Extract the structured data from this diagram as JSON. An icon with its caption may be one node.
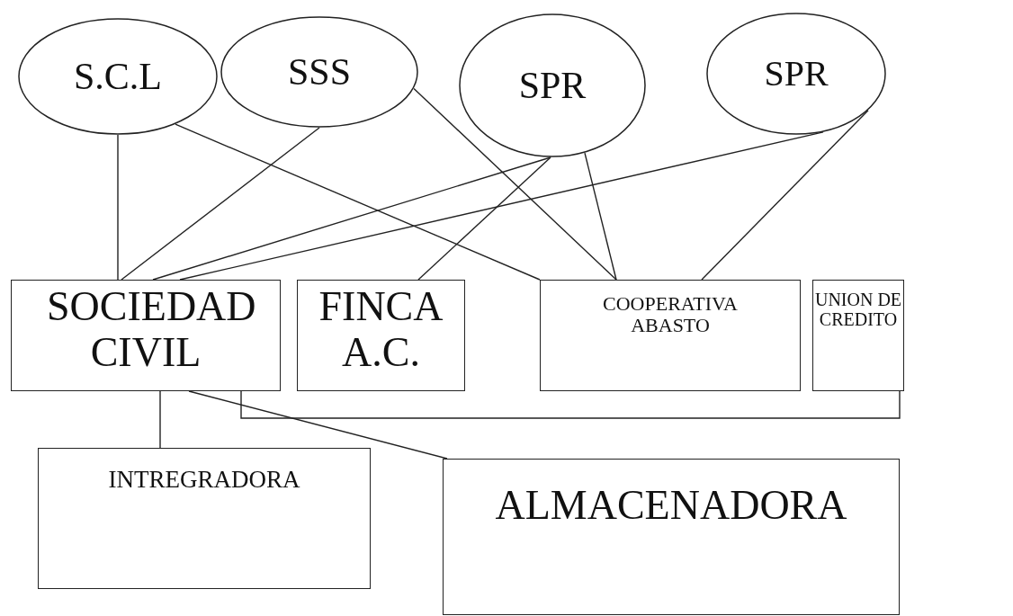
{
  "diagram": {
    "nodes": [
      {
        "text": [
          "S.C.L"
        ]
      },
      {
        "text": [
          "SSS"
        ]
      },
      {
        "text": [
          "SPR"
        ]
      },
      {
        "text": [
          "SPR"
        ]
      },
      {
        "text": [
          "SOCIEDAD CIVIL"
        ]
      },
      {
        "text": [
          "FINCA A.C."
        ]
      },
      {
        "text": [
          "COOPERATIVA ABASTO"
        ]
      },
      {
        "text": [
          "UNION DE CREDITO"
        ]
      },
      {
        "text": [
          "INTREGRADORA"
        ]
      },
      {
        "text": [
          "ALMACENADORA"
        ]
      }
    ],
    "edges": [
      {
        "from": 0,
        "to": 4,
        "arrow": "none"
      },
      {
        "from": 0,
        "to": 6,
        "arrow": "none"
      },
      {
        "from": 1,
        "to": 4,
        "arrow": "none"
      },
      {
        "from": 1,
        "to": 6,
        "arrow": "none"
      },
      {
        "from": 2,
        "to": 4,
        "arrow": "none"
      },
      {
        "from": 2,
        "to": 5,
        "arrow": "none"
      },
      {
        "from": 2,
        "to": 6,
        "arrow": "none"
      },
      {
        "from": 3,
        "to": 4,
        "arrow": "none"
      },
      {
        "from": 3,
        "to": 6,
        "arrow": "none"
      },
      {
        "from": 4,
        "to": 8,
        "arrow": "none"
      },
      {
        "from": 4,
        "to": 9,
        "arrow": "none"
      },
      {
        "from": 4,
        "to": 7,
        "arrow": "none"
      }
    ]
  }
}
